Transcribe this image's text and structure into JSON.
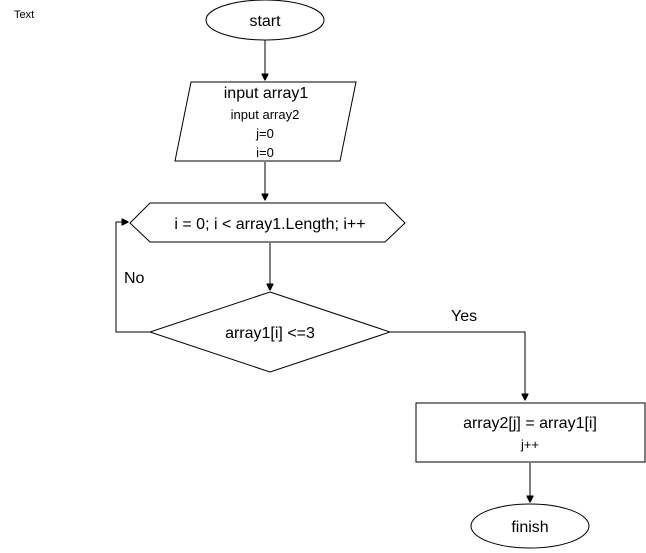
{
  "corner_text": "Text",
  "nodes": {
    "start": {
      "label": "start"
    },
    "input": {
      "lines": [
        "input array1",
        "input array2",
        "j=0",
        "i=0"
      ]
    },
    "loop": {
      "label": "i = 0; i < array1.Length; i++"
    },
    "decision": {
      "label": "array1[i] <=3"
    },
    "assign": {
      "lines": [
        "array2[j] = array1[i]",
        "j++"
      ]
    },
    "finish": {
      "label": "finish"
    }
  },
  "edges": {
    "no_label": "No",
    "yes_label": "Yes"
  },
  "colors": {
    "stroke": "#000000",
    "fill": "#ffffff",
    "text": "#000000"
  }
}
